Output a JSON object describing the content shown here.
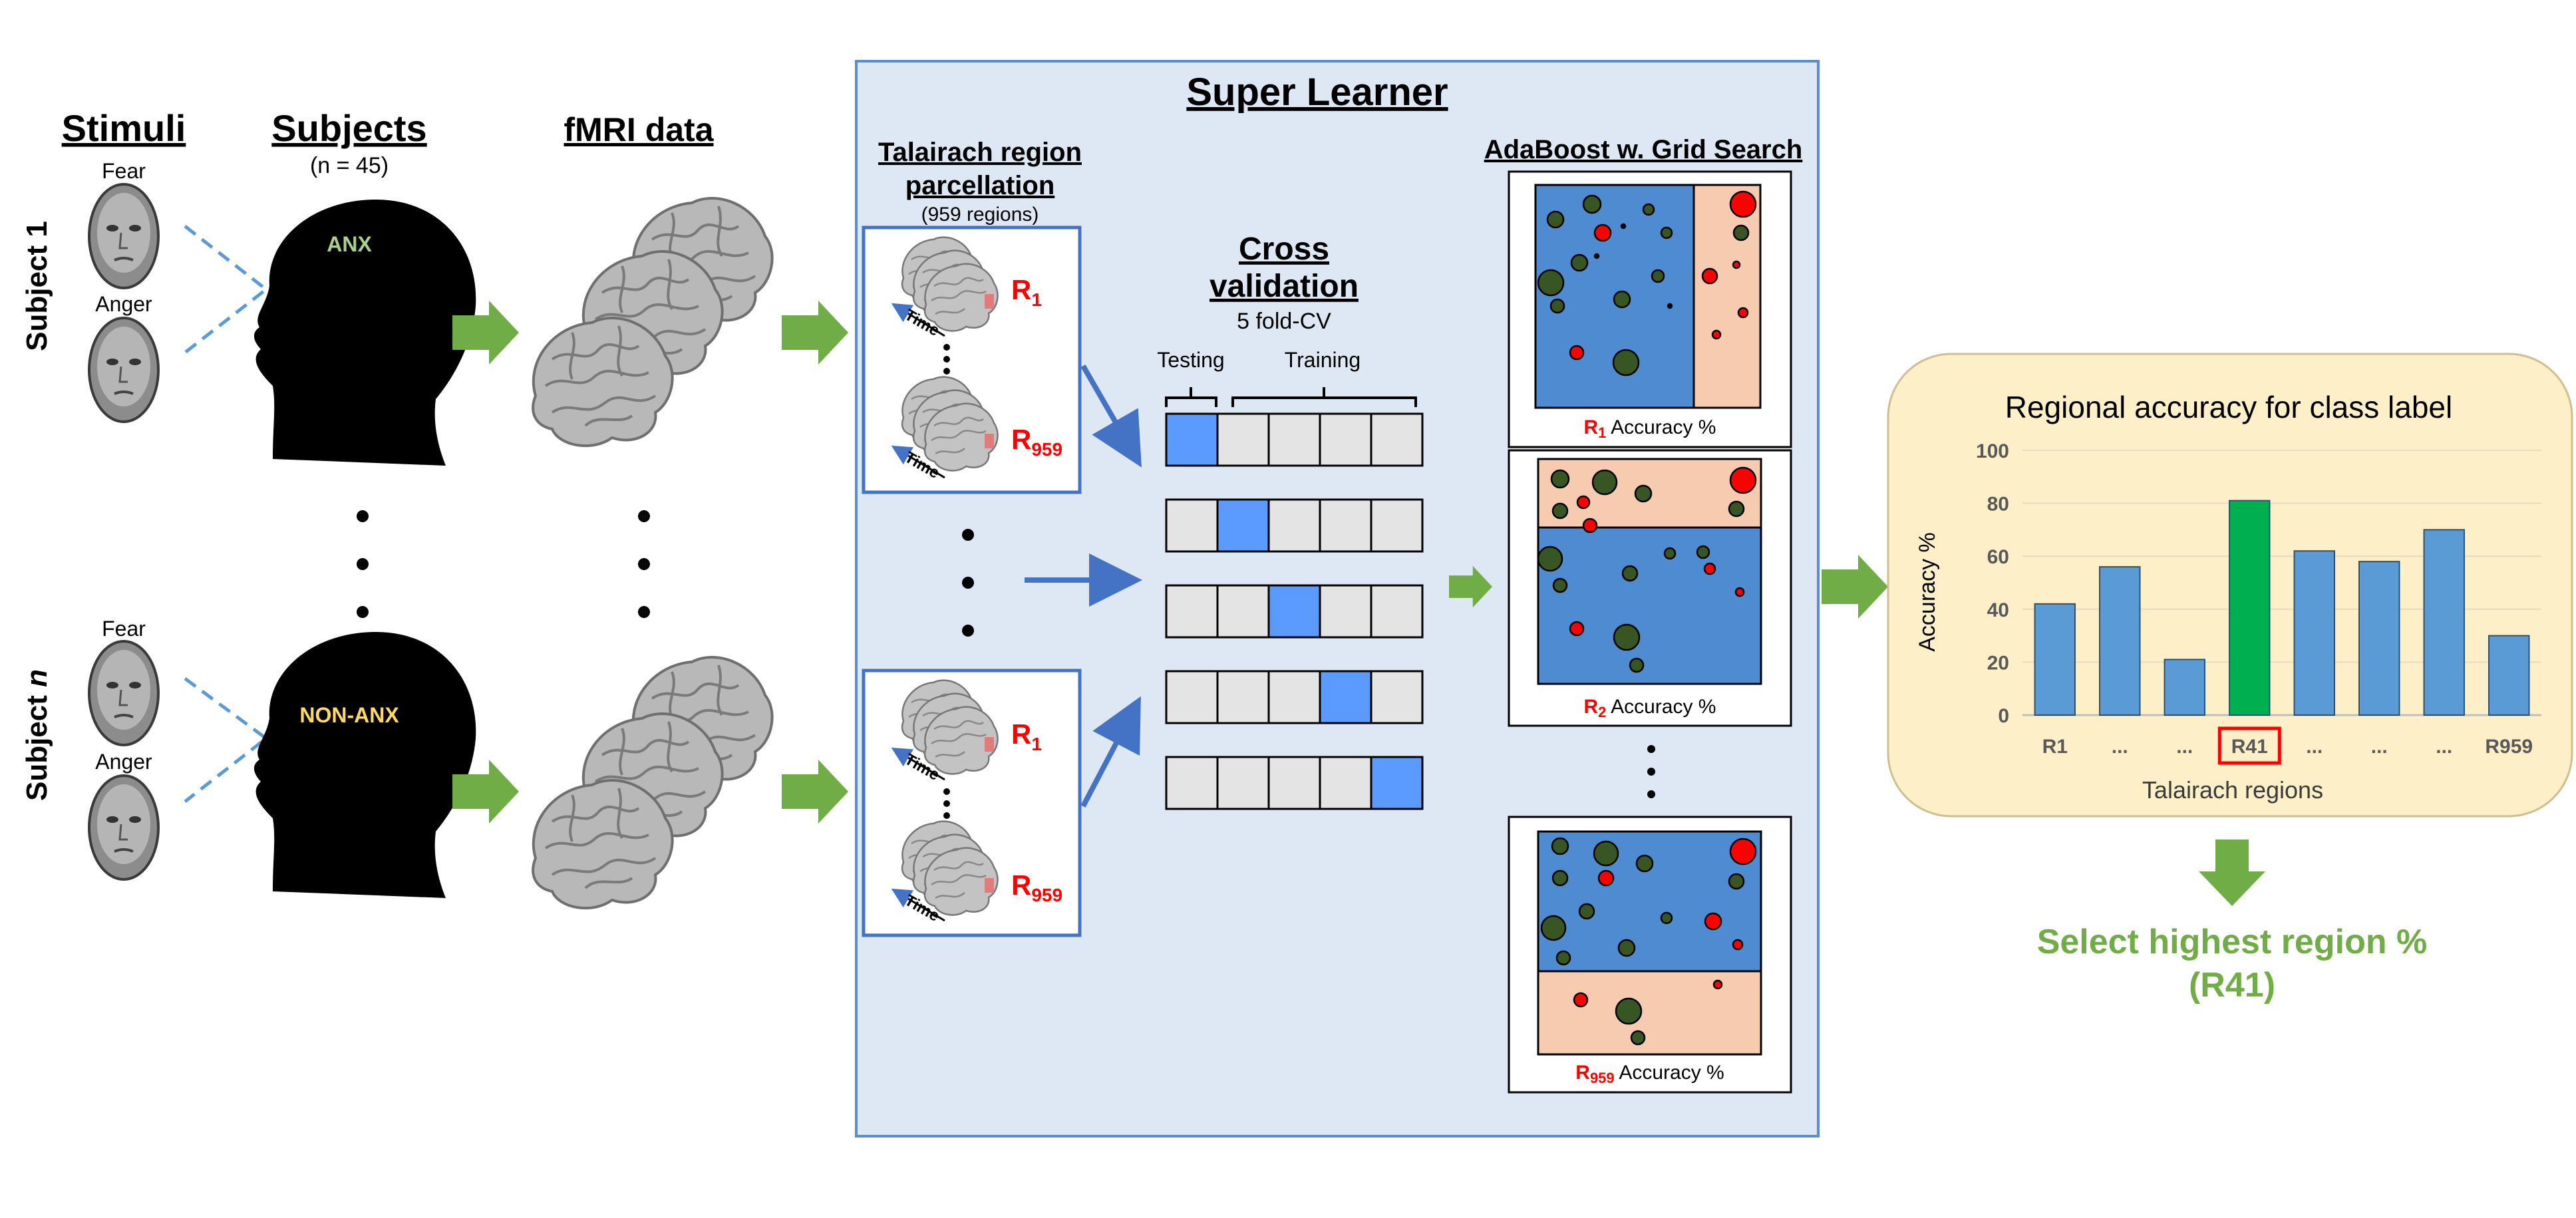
{
  "stimuli": {
    "header": "Stimuli",
    "face_labels": [
      "Fear",
      "Anger",
      "Fear",
      "Anger"
    ]
  },
  "subjects": {
    "header": "Subjects",
    "count": "(n = 45)",
    "row1_label": "Subject 1",
    "rown_label_prefix": "Subject ",
    "rown_label_var": "n",
    "head1_label": "ANX",
    "head2_label": "NON-ANX"
  },
  "fmri": {
    "header": "fMRI data"
  },
  "super_learner": {
    "title": "Super Learner",
    "parcellation": {
      "title_line1": "Talairach region",
      "title_line2": "parcellation",
      "count": "(959 regions)",
      "time_label": "Time",
      "region_first": "R",
      "region_first_sub": "1",
      "region_last": "R",
      "region_last_sub": "959"
    },
    "cv": {
      "title_line1": "Cross",
      "title_line2": "validation",
      "subtitle": "5 fold-CV",
      "testing_label": "Testing",
      "training_label": "Training",
      "test_fold_per_row": [
        0,
        1,
        2,
        3,
        4
      ]
    },
    "adaboost": {
      "title": "AdaBoost w. Grid Search",
      "panels": [
        {
          "label_prefix": "R",
          "label_sub": "1",
          "label_suffix": " Accuracy %"
        },
        {
          "label_prefix": "R",
          "label_sub": "2",
          "label_suffix": " Accuracy %"
        },
        {
          "label_prefix": "R",
          "label_sub": "959",
          "label_suffix": " Accuracy %"
        }
      ]
    }
  },
  "chart_data": {
    "type": "bar",
    "title": "Regional accuracy for class label",
    "xlabel": "Talairach regions",
    "ylabel": "Accuracy %",
    "ylim": [
      0,
      100
    ],
    "yticks": [
      0,
      20,
      40,
      60,
      80,
      100
    ],
    "categories": [
      "R1",
      "...",
      "...",
      "R41",
      "...",
      "...",
      "...",
      "R959"
    ],
    "values": [
      42,
      56,
      21,
      81,
      62,
      58,
      70,
      30
    ],
    "highlight_index": 3,
    "colors": {
      "bar": "#5b9bd5",
      "highlight": "#00b050",
      "highlight_box": "#ff0000"
    }
  },
  "result": {
    "line1": "Select highest region %",
    "line2": "(R41)"
  },
  "colors": {
    "arrow_green": "#70ad47",
    "arrow_blue": "#4472c4",
    "panel_bg": "#dde8f4",
    "panel_border": "#5b8fc9",
    "fold_test": "#5b9bff",
    "fold_train": "#e4e4e4",
    "boost_blue": "#4f8bd0",
    "boost_peach": "#f7cbb0",
    "chart_bg": "#fdf0c8",
    "region_red": "#ff0000",
    "anx_green": "#a9d18e",
    "nonanx_yellow": "#ffd966",
    "result_green": "#70ad47"
  }
}
